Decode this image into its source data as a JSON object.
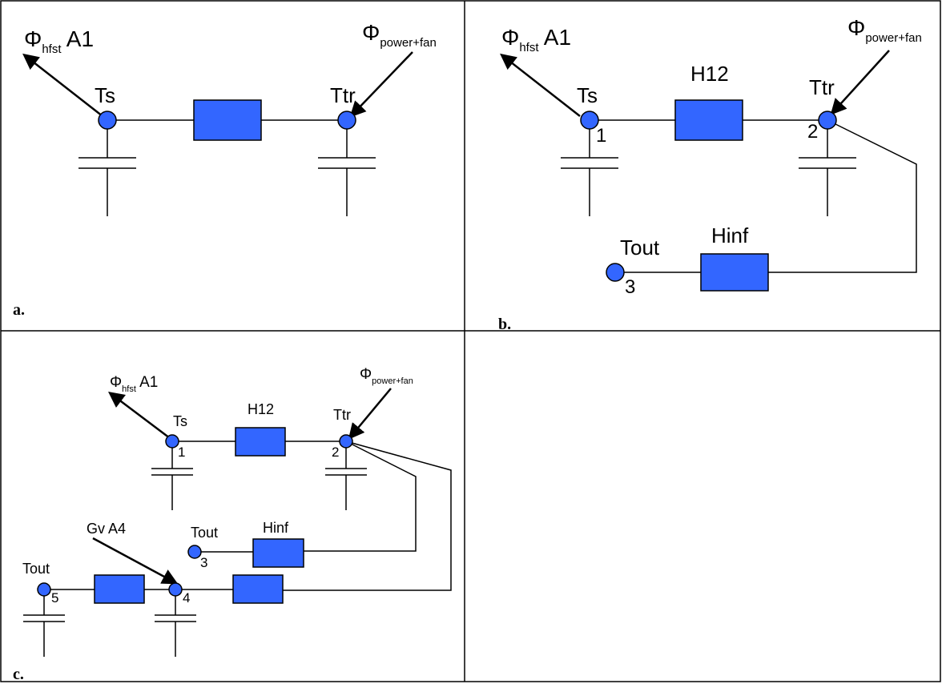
{
  "symbols": {
    "phi": "Φ"
  },
  "panels": {
    "a": {
      "letter": "a.",
      "flux_left": {
        "sub": "hfst",
        "suffix": " A1"
      },
      "flux_right": {
        "sub": "power+fan"
      },
      "node_ts": "Ts",
      "node_ttr": "Ttr"
    },
    "b": {
      "letter": "b.",
      "flux_left": {
        "sub": "hfst",
        "suffix": " A1"
      },
      "flux_right": {
        "sub": "power+fan"
      },
      "node_ts": "Ts",
      "node_ttr": "Ttr",
      "node_tout": "Tout",
      "res_h12": "H12",
      "res_hinf": "Hinf",
      "num1": "1",
      "num2": "2",
      "num3": "3"
    },
    "c": {
      "letter": "c.",
      "flux_left": {
        "sub": "hfst",
        "suffix": " A1"
      },
      "flux_right": {
        "sub": "power+fan"
      },
      "node_ts": "Ts",
      "node_ttr": "Ttr",
      "node_tout3": "Tout",
      "node_tout5": "Tout",
      "res_h12": "H12",
      "res_hinf": "Hinf",
      "gv": "Gv A4",
      "num1": "1",
      "num2": "2",
      "num3": "3",
      "num4": "4",
      "num5": "5"
    }
  },
  "colors": {
    "component_fill": "#3366ff",
    "line": "#000000"
  }
}
